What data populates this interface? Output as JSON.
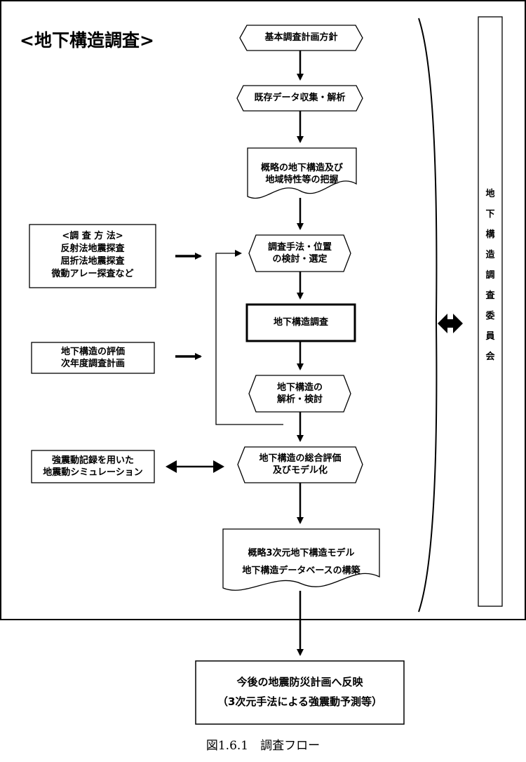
{
  "title": "<地下構造調査>",
  "flow": {
    "basic_plan": "基本調査計画方針",
    "existing_data": "既存データ収集・解析",
    "overview": [
      "概略の地下構造及び",
      "地域特性等の把握"
    ],
    "method_location": [
      "調査手法・位置",
      "の検討・選定"
    ],
    "survey": "地下構造調査",
    "analysis": [
      "地下構造の",
      "解析・検討"
    ],
    "evaluation": [
      "地下構造の総合評価",
      "及びモデル化"
    ],
    "output": [
      "概略3次元地下構造モデル",
      "地下構造データベースの構築"
    ]
  },
  "side": {
    "methods": [
      "<調 査 方 法>",
      "反射法地震探査",
      "屈折法地震探査",
      "微動アレー探査など"
    ],
    "next_year": [
      "地下構造の評価",
      "次年度調査計画"
    ],
    "simulation": [
      "強震動記録を用いた",
      "地震動シミュレーション"
    ]
  },
  "committee": [
    "地",
    "下",
    "構",
    "造",
    "調",
    "査",
    "委",
    "員",
    "会"
  ],
  "result": [
    "今後の地震防災計画へ反映",
    "（3次元手法による強震動予測等）"
  ],
  "caption": "図1.6.1　調査フロー"
}
